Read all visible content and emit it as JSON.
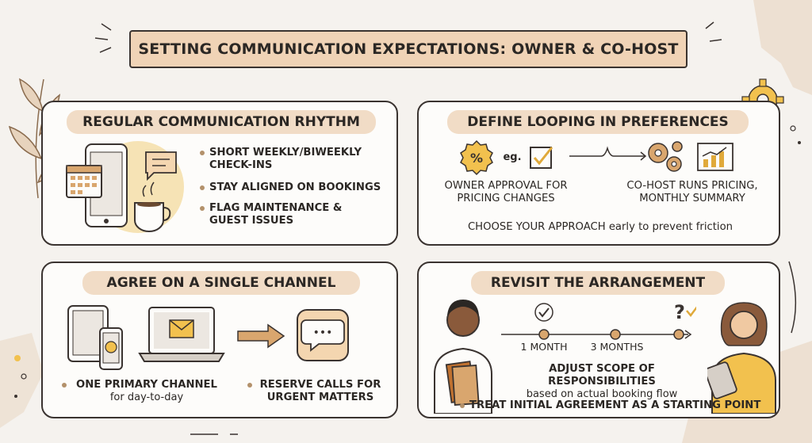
{
  "banner": {
    "title": "SETTING COMMUNICATION EXPECTATIONS: OWNER & CO-HOST"
  },
  "panels": {
    "rhythm": {
      "title": "REGULAR COMMUNICATION RHYTHM",
      "bullets": [
        "SHORT WEEKLY/BIWEEKLY CHECK-INS",
        "STAY ALIGNED ON BOOKINGS",
        "FLAG MAINTENANCE & GUEST ISSUES"
      ]
    },
    "looping": {
      "title": "DEFINE LOOPING IN PREFERENCES",
      "eg": "eg.",
      "owner_label": "OWNER APPROVAL FOR PRICING CHANGES",
      "cohost_label": "CO-HOST RUNS PRICING, MONTHLY SUMMARY",
      "choose_bold": "CHOOSE YOUR APPROACH",
      "choose_rest": " early to prevent friction"
    },
    "channel": {
      "title": "AGREE ON A SINGLE CHANNEL",
      "bullet1_bold": "ONE PRIMARY CHANNEL",
      "bullet1_sub": "for day-to-day",
      "bullet2": "RESERVE CALLS FOR URGENT MATTERS"
    },
    "revisit": {
      "title": "REVISIT THE ARRANGEMENT",
      "timeline": [
        "1 MONTH",
        "3 MONTHS"
      ],
      "question_mark": "?",
      "adjust_bold": "ADJUST SCOPE OF RESPONSIBILITIES",
      "adjust_sub": "based on actual booking flow",
      "treat": "TREAT INITIAL AGREEMENT AS A STARTING POINT"
    }
  },
  "icons": {
    "percent": "%",
    "envelope": "✉",
    "chat": "•••"
  },
  "colors": {
    "background": "#f5f2ee",
    "banner_fill": "#f0d3b6",
    "title_pill": "#f1dcc6",
    "accent_gold": "#f2c14e",
    "accent_tan": "#d9a66e",
    "outline": "#3a3330"
  }
}
